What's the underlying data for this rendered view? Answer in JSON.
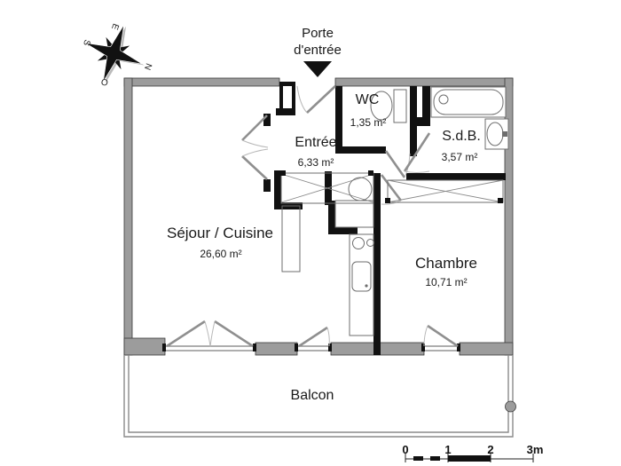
{
  "compass": {
    "north": "N",
    "south": "S",
    "east": "E",
    "west": "O"
  },
  "entrance_label": {
    "line1": "Porte",
    "line2": "d'entrée"
  },
  "rooms": [
    {
      "name": "WC",
      "area": "1,35 m²"
    },
    {
      "name": "Entrée",
      "area": "6,33 m²"
    },
    {
      "name": "S.d.B.",
      "area": "3,57 m²"
    },
    {
      "name": "Séjour / Cuisine",
      "area": "26,60 m²"
    },
    {
      "name": "Chambre",
      "area": "10,71 m²"
    },
    {
      "name": "Balcon"
    }
  ],
  "scale_bar": {
    "ticks": [
      "0",
      "1",
      "2",
      "3m"
    ]
  },
  "colors": {
    "wall_exterior": "#9c9c9c",
    "wall_interior": "#111111",
    "text": "#1a1a1a"
  }
}
